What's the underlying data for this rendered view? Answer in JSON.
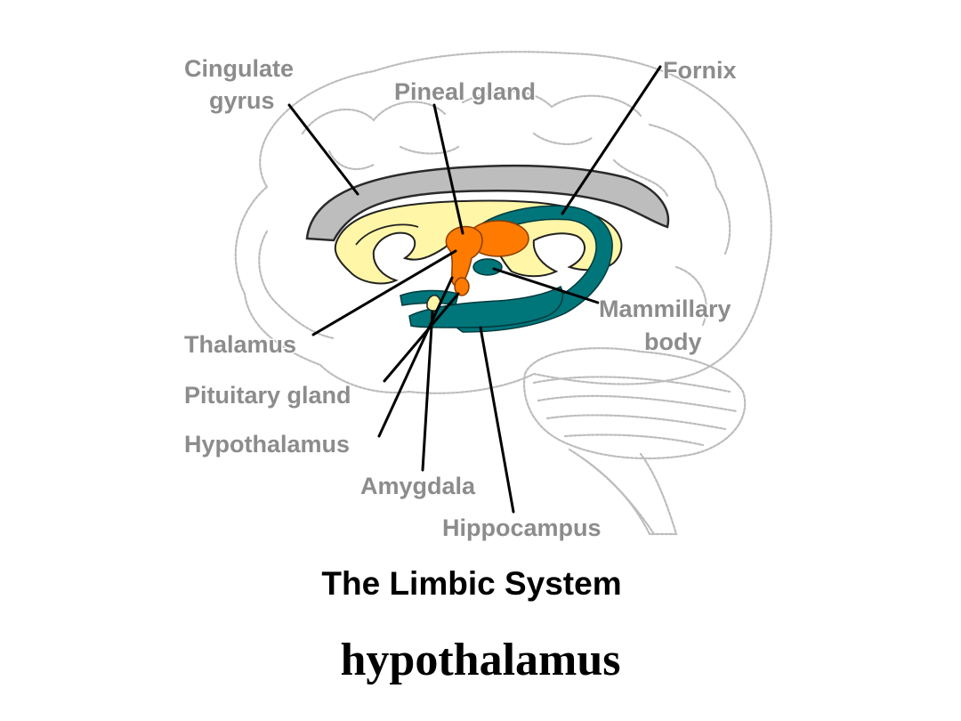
{
  "diagram": {
    "title": "The Limbic System",
    "labels": {
      "cingulate_gyrus_1": "Cingulate",
      "cingulate_gyrus_2": "gyrus",
      "pineal_gland": "Pineal gland",
      "fornix": "Fornix",
      "mammillary_1": "Mammillary",
      "mammillary_2": "body",
      "thalamus": "Thalamus",
      "pituitary": "Pituitary gland",
      "hypothalamus": "Hypothalamus",
      "amygdala": "Amygdala",
      "hippocampus": "Hippocampus"
    },
    "colors": {
      "cingulate": "#bdbdbd",
      "corpus": "#fff6a8",
      "orange": "#ff7a00",
      "teal": "#00757a",
      "outline": "#c4c4c4",
      "label": "#8c8c8c"
    }
  },
  "caption": "hypothalamus"
}
